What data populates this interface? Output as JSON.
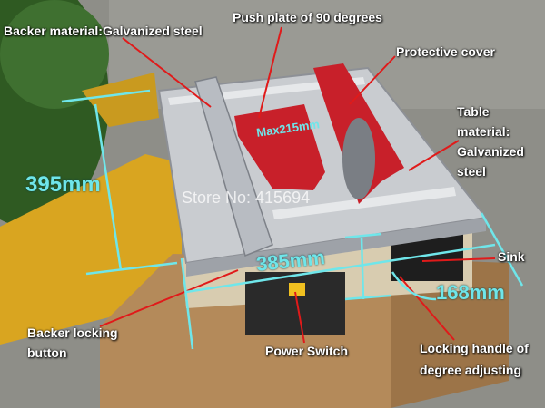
{
  "labels": {
    "backer_material": "Backer material:Galvanized steel",
    "push_plate": "Push plate of 90 degrees",
    "protective_cover": "Protective cover",
    "table_material": "Table material: Galvanized steel",
    "sink": "Sink",
    "backer_locking": "Backer locking button",
    "power_switch": "Power Switch",
    "locking_handle": "Locking handle of degree adjusting"
  },
  "dimensions": {
    "depth": "395mm",
    "width": "385mm",
    "height": "168mm",
    "max_cut": "Max215mm"
  },
  "watermark": "Store No: 415694",
  "colors": {
    "arrow_red": "#e01a1a",
    "dimension_cyan": "#6fe6ea",
    "saw_red": "#c8202a",
    "table_steel": "#c9ccd0",
    "cardboard": "#b48a5a"
  }
}
